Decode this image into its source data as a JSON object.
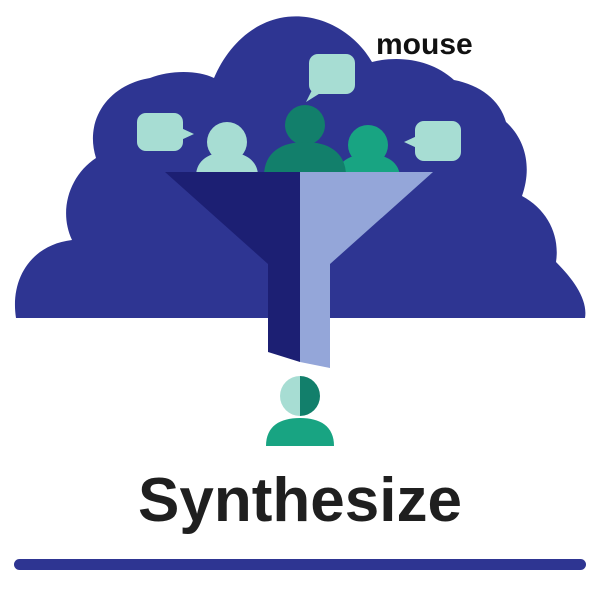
{
  "brand": {
    "name": "mouse"
  },
  "heading": {
    "text": "Synthesize"
  },
  "colors": {
    "cloud": "#2e3592",
    "funnel_dark": "#1c1f73",
    "funnel_light": "#94a6d9",
    "person_dark": "#127f6b",
    "person_mid": "#18a482",
    "person_light": "#a7ddd3",
    "bubble": "#a7ddd3",
    "rule": "#2e3592",
    "text": "#1f1f1f"
  },
  "icons": [
    "cloud-shape",
    "speech-bubble-icon",
    "person-icon",
    "funnel-icon"
  ]
}
